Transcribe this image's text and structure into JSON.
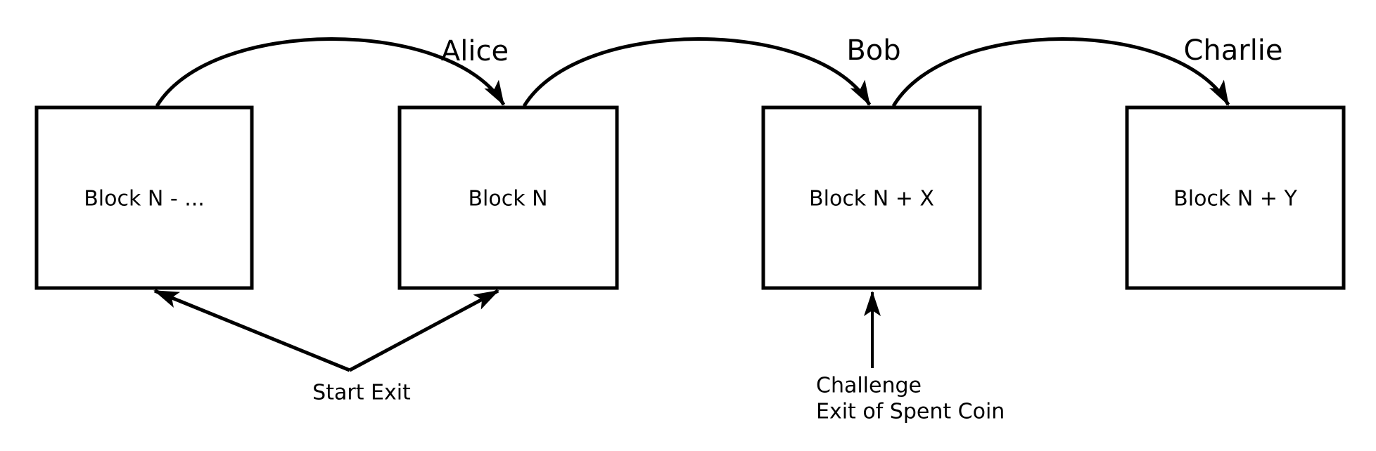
{
  "diagram": {
    "background_color": "#ffffff",
    "stroke_color": "#000000",
    "blocks": [
      {
        "label": "Block N - ..."
      },
      {
        "label": "Block N"
      },
      {
        "label": "Block N + X"
      },
      {
        "label": "Block N + Y"
      }
    ],
    "transfer_arrows": [
      {
        "label": "Alice",
        "from": "Block N - ...",
        "to": "Block N"
      },
      {
        "label": "Bob",
        "from": "Block N",
        "to": "Block N + X"
      },
      {
        "label": "Charlie",
        "from": "Block N + X",
        "to": "Block N + Y"
      }
    ],
    "annotations": {
      "start_exit": {
        "label": "Start Exit",
        "targets": [
          "Block N - ...",
          "Block N"
        ]
      },
      "challenge": {
        "line1": "Challenge",
        "line2": "Exit of Spent Coin",
        "target": "Block N + X"
      }
    }
  }
}
